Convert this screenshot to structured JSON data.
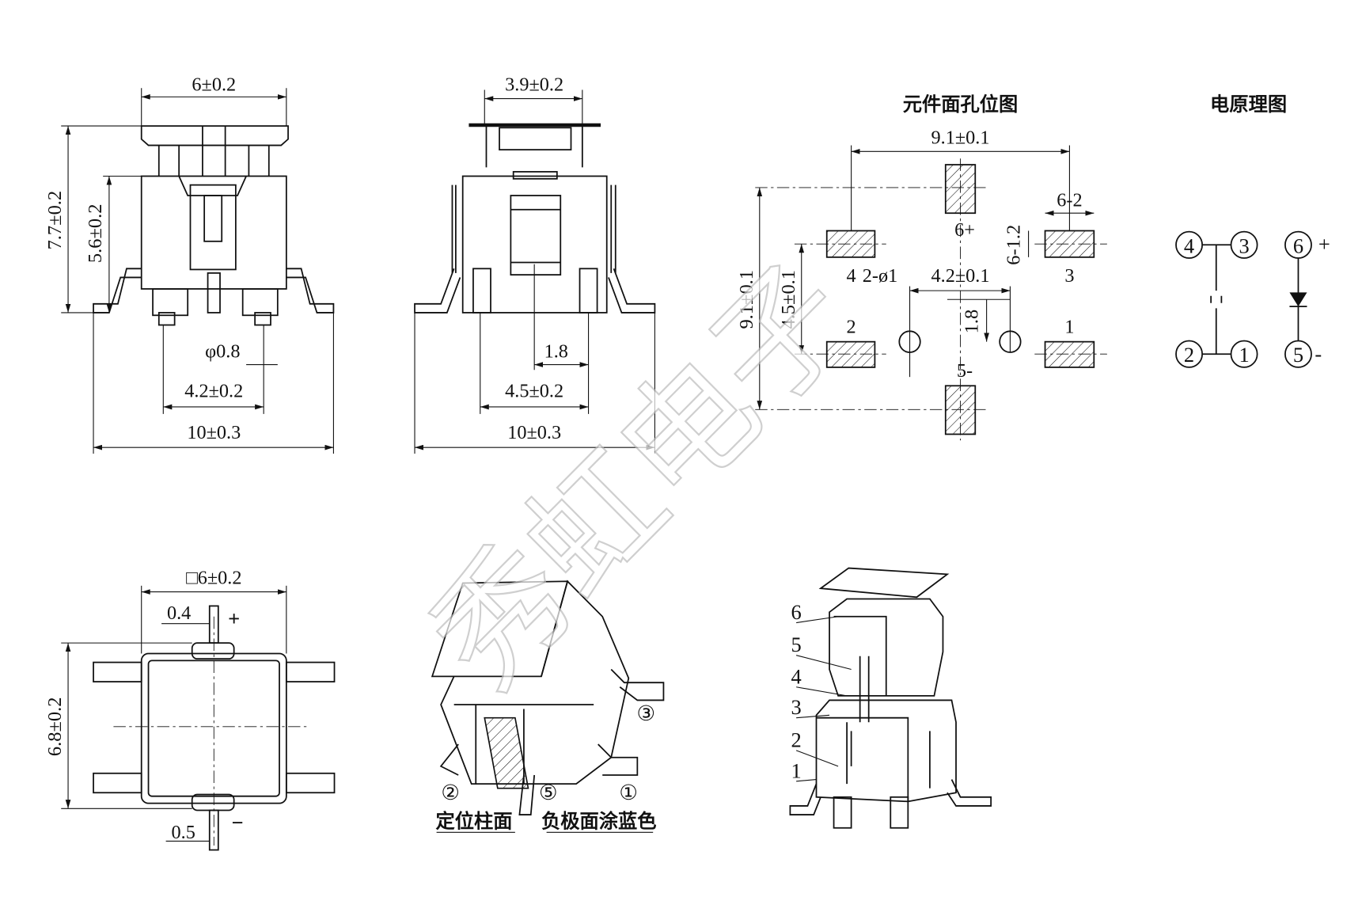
{
  "front_view": {
    "width": "6±0.2",
    "height": "7.7±0.2",
    "body_height": "5.6±0.2",
    "pin_dia": "φ0.8",
    "pin_pitch": "4.2±0.2",
    "overall": "10±0.3"
  },
  "side_view": {
    "cap_width": "3.9±0.2",
    "offset": "1.8",
    "pin_pitch": "4.5±0.2",
    "overall": "10±0.3"
  },
  "footprint": {
    "title": "元件面孔位图",
    "width": "9.1±0.1",
    "height": "9.1±0.1",
    "pad_pitch_v": "4.5±0.1",
    "hole_pitch": "4.2±0.1",
    "hole_label": "2-ø1",
    "hole_offset": "1.8",
    "pad_w": "6-2",
    "pad_h": "6-1.2",
    "pads": [
      "6+",
      "4",
      "3",
      "2",
      "1",
      "5-"
    ]
  },
  "schematic": {
    "title": "电原理图",
    "pins": [
      "4",
      "3",
      "2",
      "1",
      "6",
      "5"
    ],
    "plus": "+",
    "minus": "-"
  },
  "bottom_view": {
    "size": "□6±0.2",
    "height": "6.8±0.2",
    "lead_plus": "0.4",
    "lead_minus": "0.5",
    "plus": "+",
    "minus": "−"
  },
  "iso_view": {
    "labels": [
      "②",
      "⑤",
      "①",
      "③"
    ],
    "note_left": "定位柱面",
    "note_right": "负极面涂蓝色"
  },
  "exploded_view": {
    "parts": [
      "6",
      "5",
      "4",
      "3",
      "2",
      "1"
    ]
  },
  "watermark": "秀虹电子"
}
